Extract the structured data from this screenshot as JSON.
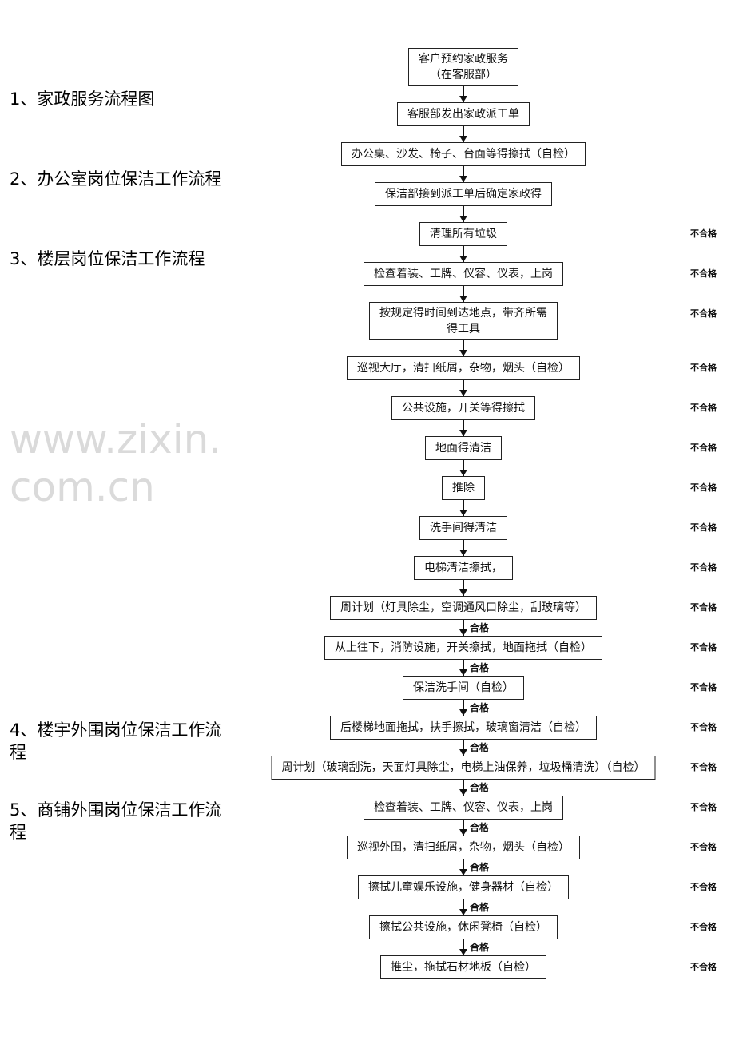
{
  "headings": [
    "1、家政服务流程图",
    "2、办公室岗位保洁工作流程",
    "3、楼层岗位保洁工作流程",
    "4、楼宇外围岗位保洁工作流程",
    "5、商铺外围岗位保洁工作流程"
  ],
  "boxes": [
    "客户预约家政服务",
    "（在客服部）",
    "客服部发出家政派工单",
    "办公桌、沙发、椅子、台面等得擦拭（自检）",
    "保洁部接到派工单后确定家政得",
    "清理所有垃圾",
    "检查着装、工牌、仪容、仪表，上岗",
    "按规定得时间到达地点，带齐所需",
    "得工具",
    "巡视大厅，清扫纸屑，杂物，烟头（自检）",
    "公共设施，开关等得擦拭",
    "地面得清洁",
    "推除",
    "洗手间得清洁",
    "电梯清洁擦拭，",
    "周计划（灯具除尘，空调通风口除尘，刮玻璃等）",
    "从上往下，消防设施，开关擦拭，地面拖拭（自检）",
    "保洁洗手间（自检）",
    "后楼梯地面拖拭，扶手擦拭，玻璃窗清洁（自检）",
    "周计划（玻璃刮洗，天面灯具除尘，电梯上油保养，垃圾桶清洗）（自检）",
    "检查着装、工牌、仪容、仪表，上岗",
    "巡视外围，清扫纸屑，杂物，烟头（自检）",
    "擦拭儿童娱乐设施，健身器材（自检）",
    "擦拭公共设施，休闲凳椅（自检）",
    "推尘，拖拭石材地板（自检）"
  ],
  "fail_label": "不合格",
  "pass_label": "合格",
  "watermark": "www.zixin.com.cn"
}
